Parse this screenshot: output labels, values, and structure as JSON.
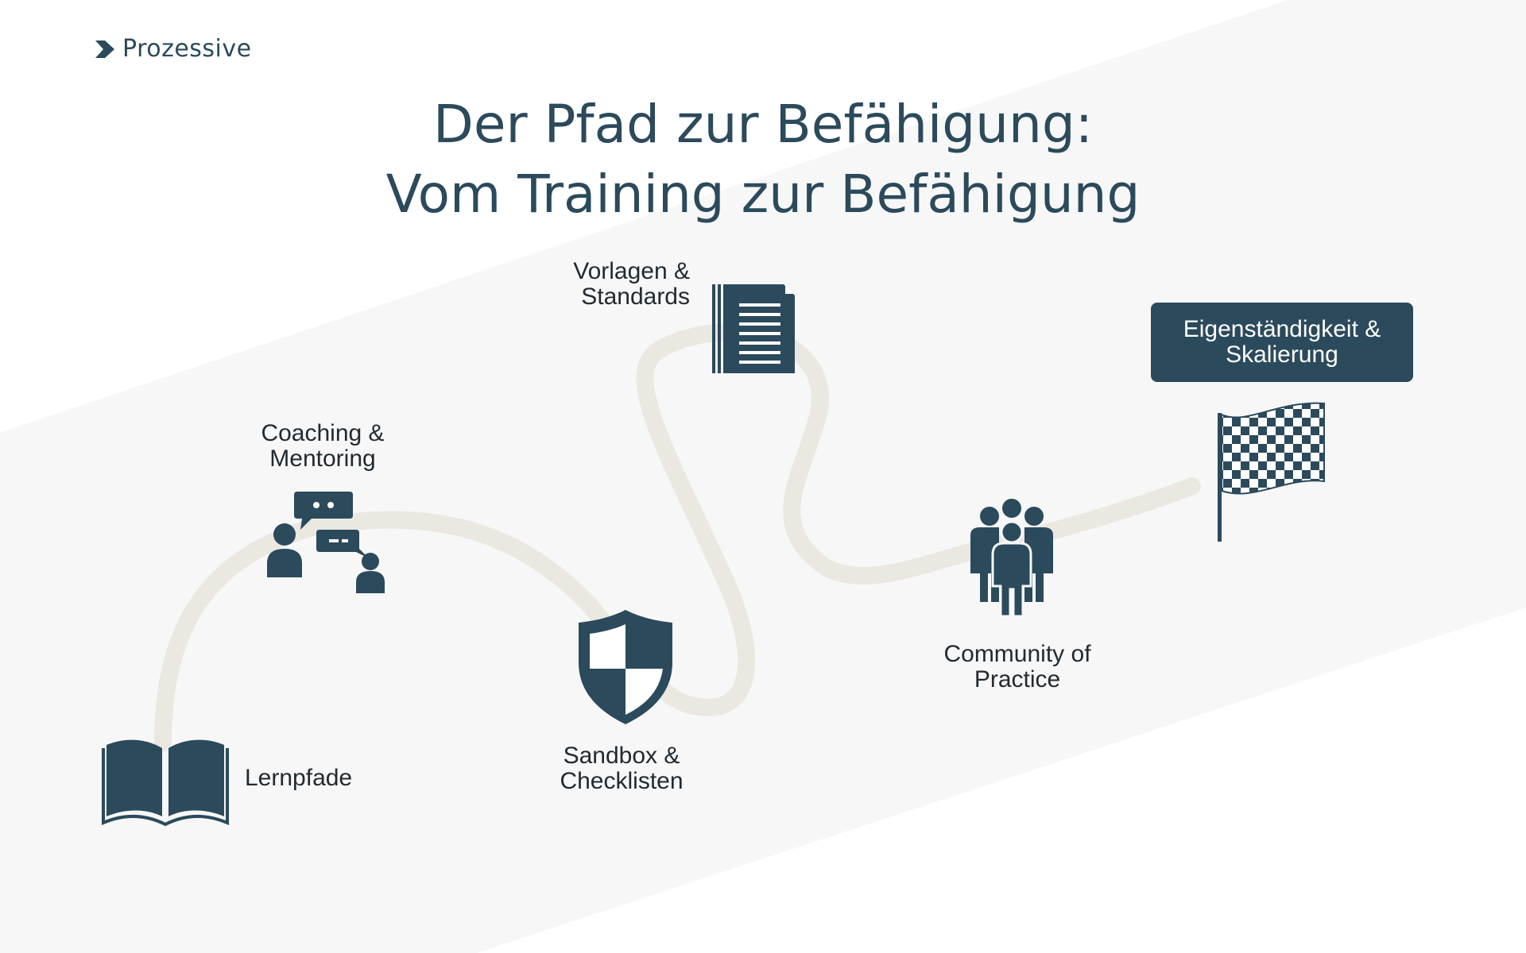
{
  "brand": {
    "name": "Prozessive",
    "logo_icon": "chevron-right-icon"
  },
  "title": {
    "line1": "Der Pfad zur Befähigung:",
    "line2": "Vom Training zur Befähigung"
  },
  "steps": [
    {
      "icon": "open-book-icon",
      "label_lines": [
        "Lernpfade"
      ]
    },
    {
      "icon": "chat-people-icon",
      "label_lines": [
        "Coaching &",
        "Mentoring"
      ]
    },
    {
      "icon": "shield-icon",
      "label_lines": [
        "Sandbox &",
        "Checklisten"
      ]
    },
    {
      "icon": "document-icon",
      "label_lines": [
        "Vorlagen &",
        "Standards"
      ]
    },
    {
      "icon": "group-icon",
      "label_lines": [
        "Community of",
        "Practice"
      ]
    },
    {
      "icon": "checkered-flag-icon",
      "label_lines": [
        "Eigenständigkeit &",
        "Skalierung"
      ]
    }
  ],
  "colors": {
    "primary": "#2b4a5c",
    "path": "#ebe8e2",
    "band": "#f7f7f7",
    "text": "#222a30",
    "background": "#ffffff"
  }
}
